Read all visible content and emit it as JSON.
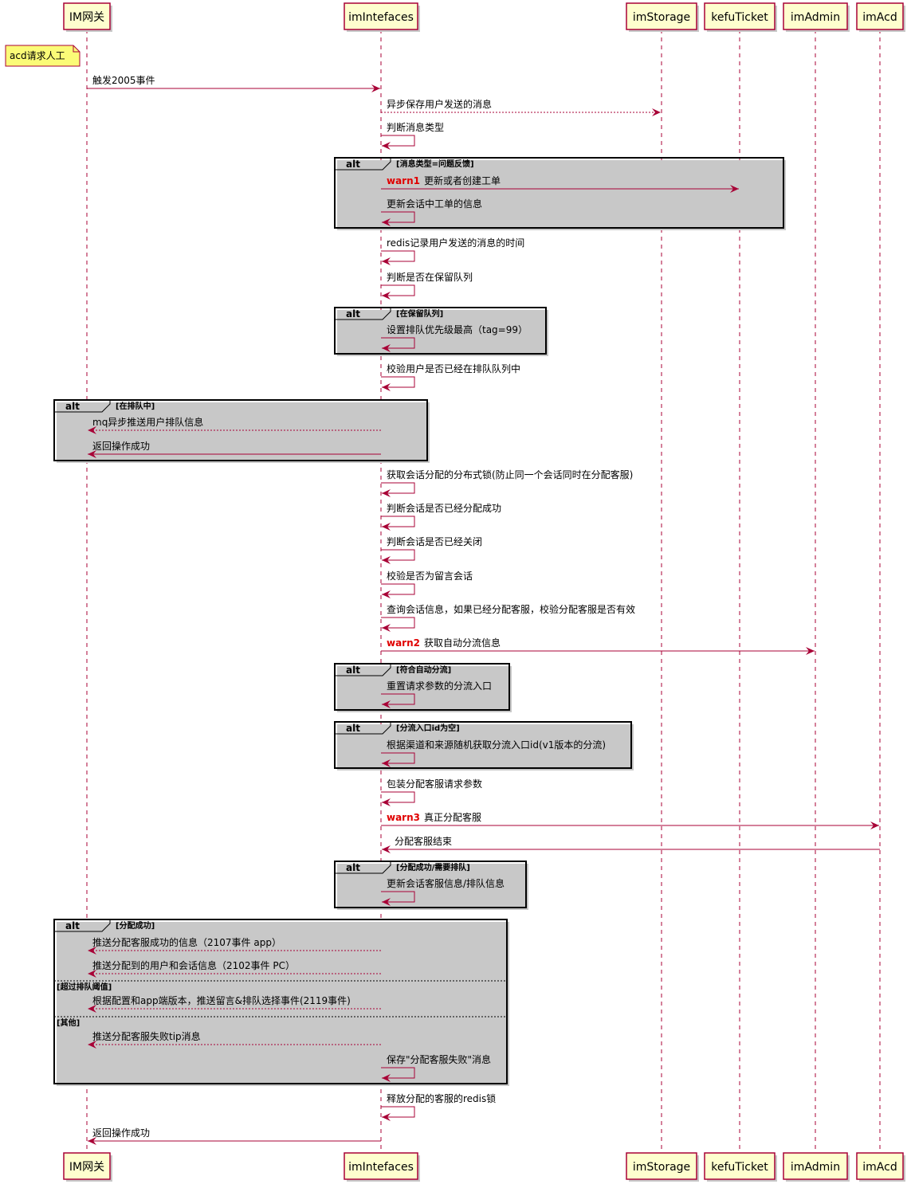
{
  "participants": [
    "IM网关",
    "imIntefaces",
    "imStorage",
    "kefuTicket",
    "imAdmin",
    "imAcd"
  ],
  "note": "acd请求人工",
  "alt_keyword": "alt",
  "messages": [
    {
      "from": 0,
      "to": 1,
      "text": "触发2005事件"
    },
    {
      "from": 1,
      "to": 2,
      "text": "异步保存用户发送的消息",
      "dashed": true
    },
    {
      "self": 1,
      "text": "判断消息类型"
    },
    {
      "from": 1,
      "to": 3,
      "warn": "warn1",
      "text": "更新或者创建工单"
    },
    {
      "self": 1,
      "text": "更新会话中工单的信息"
    },
    {
      "self": 1,
      "text": "redis记录用户发送的消息的时间"
    },
    {
      "self": 1,
      "text": "判断是否在保留队列"
    },
    {
      "self": 1,
      "text": "设置排队优先级最高（tag=99）"
    },
    {
      "self": 1,
      "text": "校验用户是否已经在排队队列中"
    },
    {
      "from": 1,
      "to": 0,
      "text": "mq异步推送用户排队信息",
      "dashed": true
    },
    {
      "from": 1,
      "to": 0,
      "text": "返回操作成功"
    },
    {
      "self": 1,
      "text": "获取会话分配的分布式锁(防止同一个会话同时在分配客服)"
    },
    {
      "self": 1,
      "text": "判断会话是否已经分配成功"
    },
    {
      "self": 1,
      "text": "判断会话是否已经关闭"
    },
    {
      "self": 1,
      "text": "校验是否为留言会话"
    },
    {
      "self": 1,
      "text": "查询会话信息，如果已经分配客服，校验分配客服是否有效"
    },
    {
      "from": 1,
      "to": 4,
      "warn": "warn2",
      "text": "获取自动分流信息"
    },
    {
      "self": 1,
      "text": "重置请求参数的分流入口"
    },
    {
      "self": 1,
      "text": "根据渠道和来源随机获取分流入口id(v1版本的分流)"
    },
    {
      "self": 1,
      "text": "包装分配客服请求参数"
    },
    {
      "from": 1,
      "to": 5,
      "warn": "warn3",
      "text": "真正分配客服"
    },
    {
      "from": 5,
      "to": 1,
      "text": "分配客服结束"
    },
    {
      "self": 1,
      "text": "更新会话客服信息/排队信息"
    },
    {
      "from": 1,
      "to": 0,
      "text": "推送分配客服成功的信息（2107事件 app）",
      "dashed": true
    },
    {
      "from": 1,
      "to": 0,
      "text": "推送分配到的用户和会话信息（2102事件 PC）",
      "dashed": true
    },
    {
      "from": 1,
      "to": 0,
      "text": "根据配置和app端版本，推送留言&排队选择事件(2119事件)",
      "dashed": true
    },
    {
      "from": 1,
      "to": 0,
      "text": "推送分配客服失败tip消息",
      "dashed": true
    },
    {
      "self": 1,
      "text": "保存\"分配客服失败\"消息"
    },
    {
      "self": 1,
      "text": "释放分配的客服的redis锁"
    },
    {
      "from": 1,
      "to": 0,
      "text": "返回操作成功"
    }
  ],
  "groups": [
    {
      "condition": "[消息类型=问题反馈]"
    },
    {
      "condition": "[在保留队列]"
    },
    {
      "condition": "[在排队中]"
    },
    {
      "condition": "[符合自动分流]"
    },
    {
      "condition": "[分流入口id为空]"
    },
    {
      "condition": "[分配成功/需要排队]"
    },
    {
      "condition": "[分配成功]",
      "else_labels": [
        "[超过排队阈值]",
        "[其他]"
      ]
    }
  ]
}
